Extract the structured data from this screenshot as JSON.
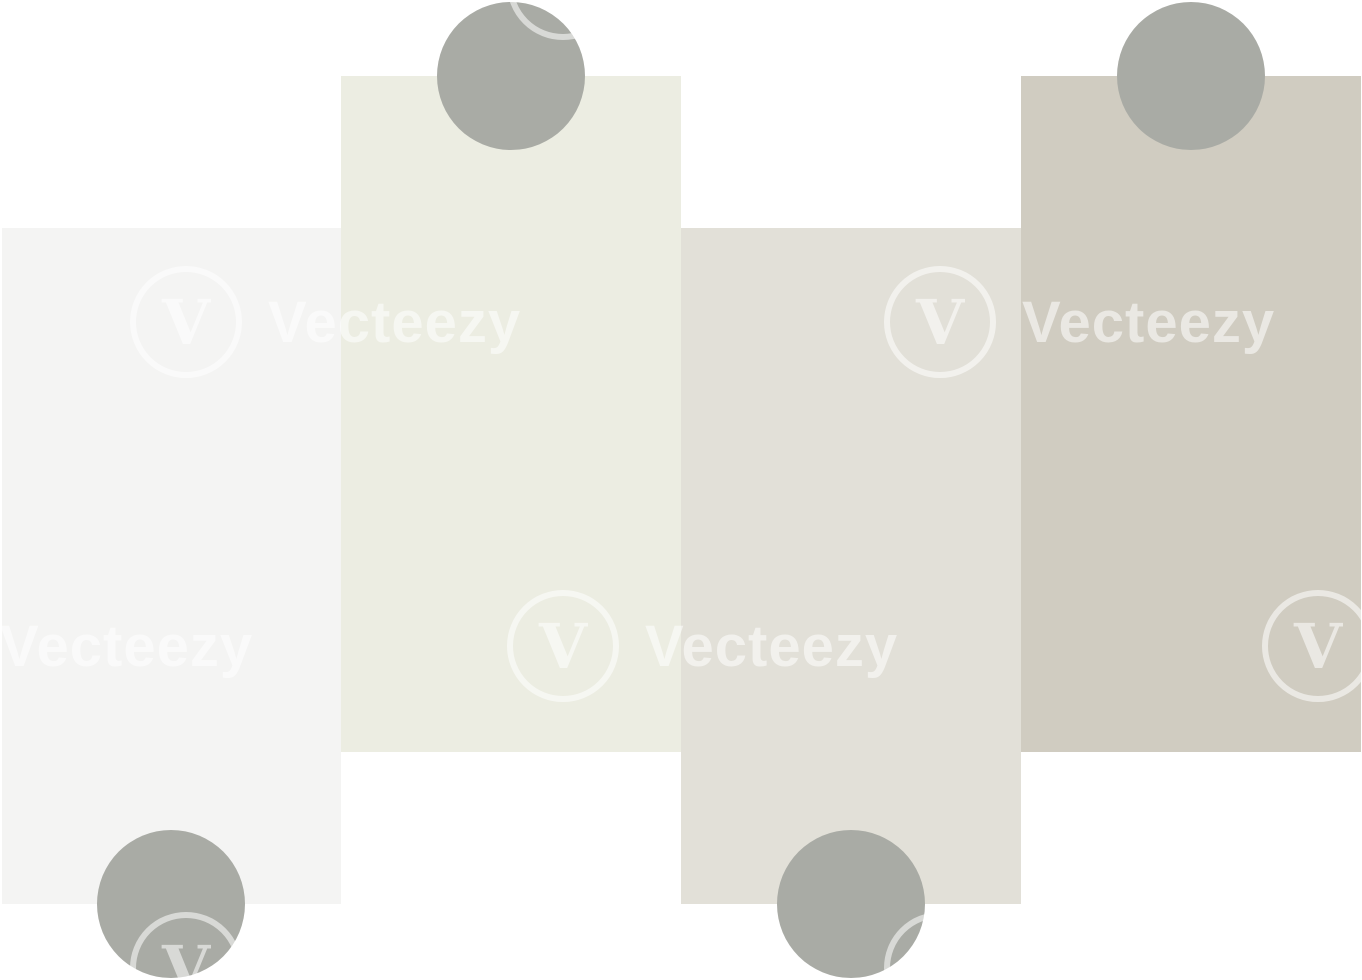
{
  "colors": {
    "background": "#ffffff",
    "panels": [
      "#f4f4f3",
      "#ecede2",
      "#e2e0d8",
      "#d0ccc1"
    ],
    "marker": "#a9aba5"
  },
  "diagram": {
    "type": "staggered-step-infographic",
    "steps": [
      {
        "marker_position": "bottom"
      },
      {
        "marker_position": "top"
      },
      {
        "marker_position": "bottom"
      },
      {
        "marker_position": "top"
      }
    ]
  },
  "watermark": {
    "text": "Vecteezy",
    "logo_letter": "V"
  }
}
